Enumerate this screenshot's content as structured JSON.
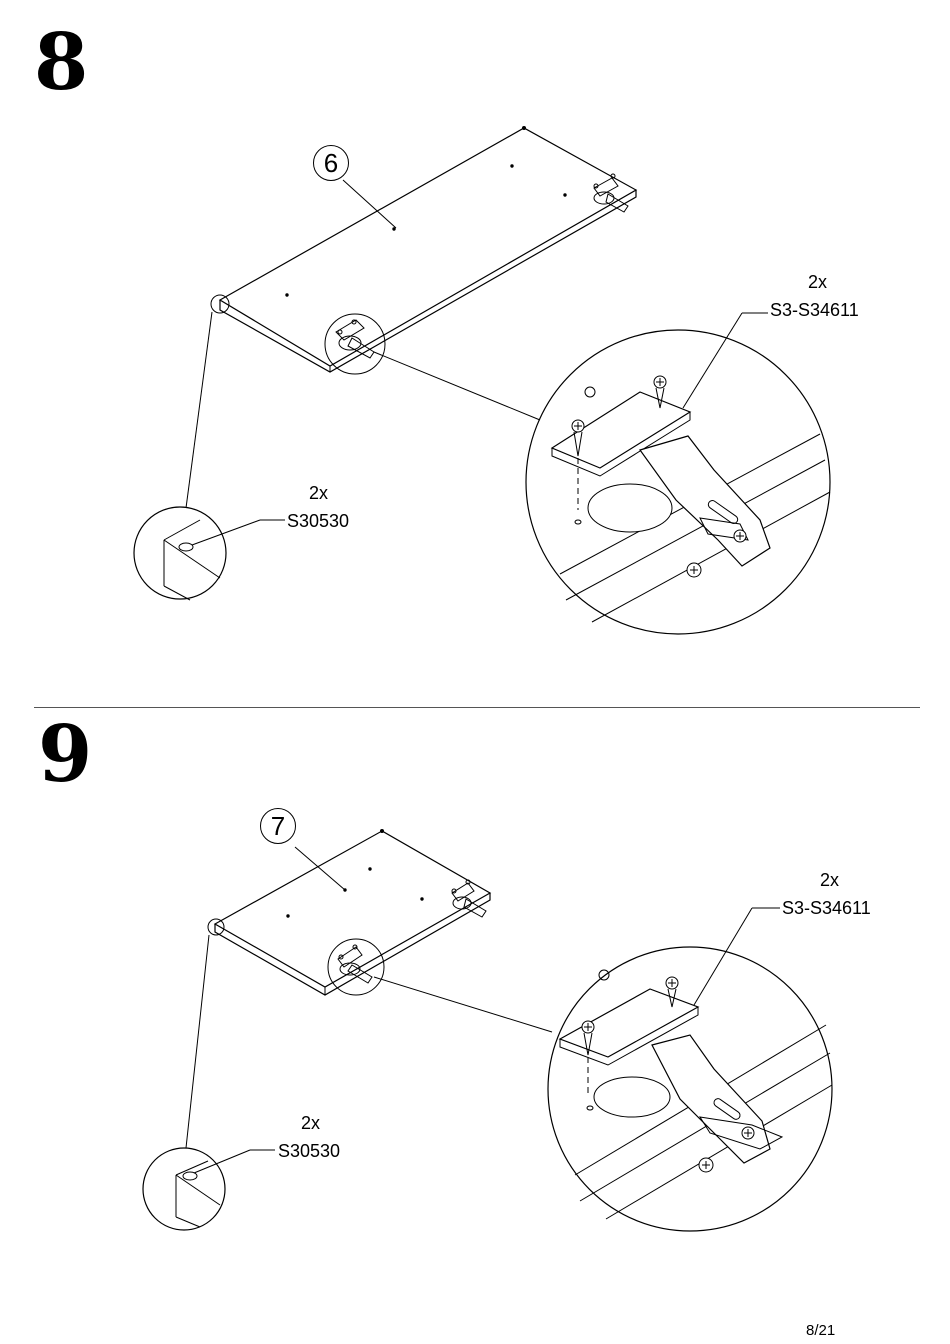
{
  "steps": [
    {
      "number": "8",
      "panel_part": "6",
      "hinge": {
        "qty": "2x",
        "code": "S3-S34611"
      },
      "bumper": {
        "qty": "2x",
        "code": "S30530"
      }
    },
    {
      "number": "9",
      "panel_part": "7",
      "hinge": {
        "qty": "2x",
        "code": "S3-S34611"
      },
      "bumper": {
        "qty": "2x",
        "code": "S30530"
      }
    }
  ],
  "footer": {
    "page": "8/21"
  }
}
